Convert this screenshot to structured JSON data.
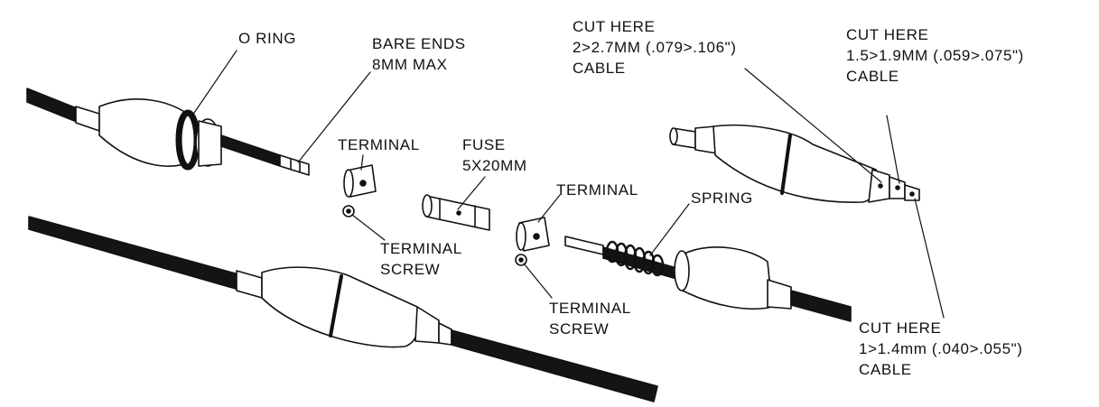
{
  "labels": {
    "o_ring": "O RING",
    "bare_ends": [
      "BARE ENDS",
      "8MM MAX"
    ],
    "terminal_left": "TERMINAL",
    "terminal_screw_left": [
      "TERMINAL",
      "SCREW"
    ],
    "fuse": [
      "FUSE",
      "5X20MM"
    ],
    "terminal_right": "TERMINAL",
    "terminal_screw_right": [
      "TERMINAL",
      "SCREW"
    ],
    "spring": "SPRING",
    "cut_large": [
      "CUT HERE",
      "2>2.7MM (.079>.106\")",
      "CABLE"
    ],
    "cut_medium": [
      "CUT HERE",
      "1.5>1.9MM (.059>.075\")",
      "CABLE"
    ],
    "cut_small": [
      "CUT HERE",
      "1>1.4mm (.040>.055\")",
      "CABLE"
    ]
  },
  "colors": {
    "ink": "#111111",
    "body_fill": "#ffffff",
    "cable": "#141414"
  }
}
